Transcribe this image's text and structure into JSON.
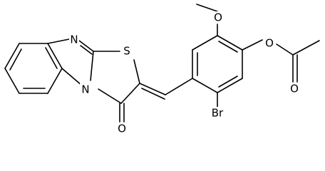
{
  "molecule": {
    "atoms": {
      "N1": "N",
      "S1": "S",
      "N2": "N",
      "O1": "O",
      "Br1": "Br",
      "O2": "O",
      "O3": "O",
      "O4": "O"
    }
  },
  "colors": {
    "bond": "#000000",
    "label": "#000000",
    "background": "#ffffff"
  }
}
